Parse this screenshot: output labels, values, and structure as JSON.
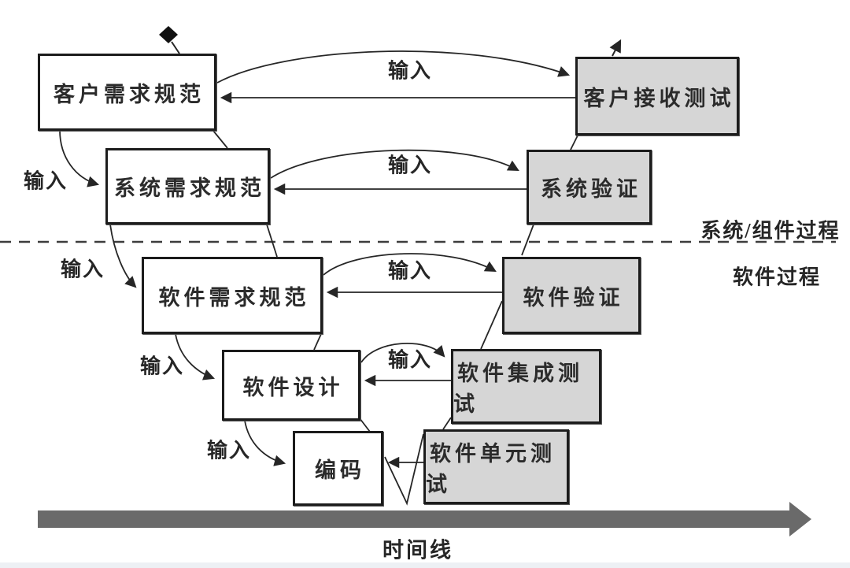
{
  "diagram": {
    "boxes": {
      "left": [
        {
          "label": "客户需求规范"
        },
        {
          "label": "系统需求规范"
        },
        {
          "label": "软件需求规范"
        },
        {
          "label": "软件设计"
        },
        {
          "label": "编码"
        }
      ],
      "right": [
        {
          "label": "客户接收测试"
        },
        {
          "label": "系统验证"
        },
        {
          "label": "软件验证"
        },
        {
          "label": "软件集成测试"
        },
        {
          "label": "软件单元测试"
        }
      ]
    },
    "labels": {
      "input": "输入",
      "region_above": "系统/组件过程",
      "region_below": "软件过程",
      "timeline": "时间线"
    },
    "colors": {
      "box_gray": "#d6d6d6",
      "box_white": "#ffffff",
      "line": "#262626",
      "dashed_line": "#3d3d3d",
      "timeline_bar": "#6a6a6a"
    }
  }
}
